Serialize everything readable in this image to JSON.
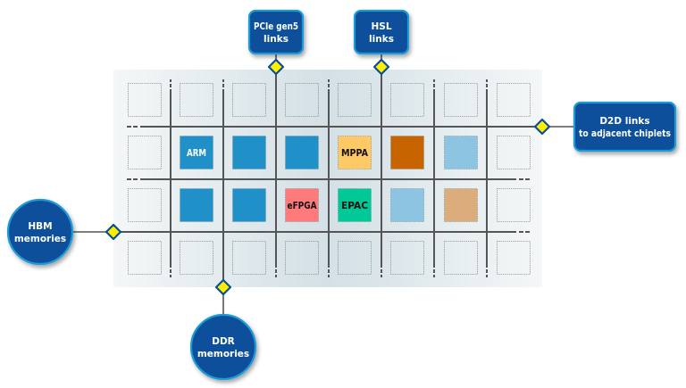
{
  "colors": {
    "panel_left": "#f4f7f8",
    "panel_mid": "#d3e0e5",
    "panel_right": "#f4f7f8",
    "grid_line": "#555555",
    "empty_tile_border": "#8a8a8a",
    "connector_fill": "#ffee00",
    "connector_stroke": "#0a4f9a",
    "callout_fill": "#0a4f9a",
    "callout_border": "#1e9bd7",
    "callout_text": "#ffffff"
  },
  "grid": {
    "rows": 4,
    "cols": 8,
    "tiles": [
      {
        "row": 1,
        "col": 1,
        "label": "ARM",
        "color": "#2090c8",
        "text_color": "#ffffff"
      },
      {
        "row": 1,
        "col": 2,
        "label": "",
        "color": "#2090c8",
        "text_color": "#ffffff"
      },
      {
        "row": 1,
        "col": 3,
        "label": "",
        "color": "#2090c8",
        "text_color": "#ffffff"
      },
      {
        "row": 1,
        "col": 4,
        "label": "MPPA",
        "color": "#ffc966",
        "text_color": "#111111"
      },
      {
        "row": 1,
        "col": 5,
        "label": "",
        "color": "#c86400",
        "text_color": "#ffffff"
      },
      {
        "row": 1,
        "col": 6,
        "label": "",
        "color": "#8cc4e2",
        "text_color": "#111111"
      },
      {
        "row": 2,
        "col": 1,
        "label": "",
        "color": "#2090c8",
        "text_color": "#ffffff"
      },
      {
        "row": 2,
        "col": 2,
        "label": "",
        "color": "#2090c8",
        "text_color": "#ffffff"
      },
      {
        "row": 2,
        "col": 3,
        "label": "eFPGA",
        "color": "#ff7a7a",
        "text_color": "#111111"
      },
      {
        "row": 2,
        "col": 4,
        "label": "EPAC",
        "color": "#00c896",
        "text_color": "#111111"
      },
      {
        "row": 2,
        "col": 5,
        "label": "",
        "color": "#8cc4e2",
        "text_color": "#111111"
      },
      {
        "row": 2,
        "col": 6,
        "label": "",
        "color": "#dcad7c",
        "text_color": "#111111"
      }
    ]
  },
  "callouts": [
    {
      "id": "pcie",
      "shape": "rounded-box",
      "lines": [
        "PCIe gen5",
        "links"
      ]
    },
    {
      "id": "hsl",
      "shape": "rounded-box",
      "lines": [
        "HSL",
        "links"
      ]
    },
    {
      "id": "d2d",
      "shape": "rounded-box",
      "lines": [
        "D2D links",
        "to adjacent chiplets"
      ]
    },
    {
      "id": "hbm",
      "shape": "circle",
      "lines": [
        "HBM",
        "memories"
      ]
    },
    {
      "id": "ddr",
      "shape": "circle",
      "lines": [
        "DDR",
        "memories"
      ]
    }
  ]
}
